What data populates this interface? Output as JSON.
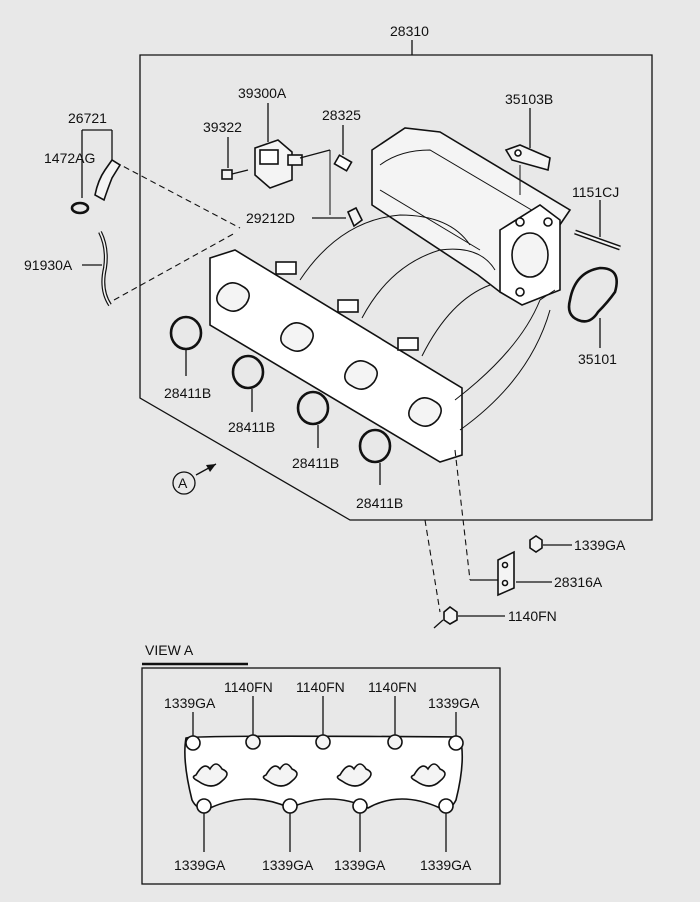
{
  "labels": {
    "assembly": "28310",
    "hose_bracket": "26721",
    "clamp": "1472AG",
    "sensor": "39300A",
    "sensor_bolt": "39322",
    "plug": "28325",
    "bracket_top": "35103B",
    "pin": "1151CJ",
    "hose_fitting": "29212D",
    "hose": "91930A",
    "gasket_throttle": "35101",
    "gasket_1": "28411B",
    "gasket_2": "28411B",
    "gasket_3": "28411B",
    "gasket_4": "28411B",
    "view_marker": "A",
    "nut": "1339GA",
    "stay": "28316A",
    "bolt": "1140FN"
  },
  "view_a": {
    "title": "VIEW  A",
    "top_labels": [
      "1339GA",
      "1140FN",
      "1140FN",
      "1140FN",
      "1339GA"
    ],
    "bottom_labels": [
      "1339GA",
      "1339GA",
      "1339GA",
      "1339GA"
    ]
  }
}
